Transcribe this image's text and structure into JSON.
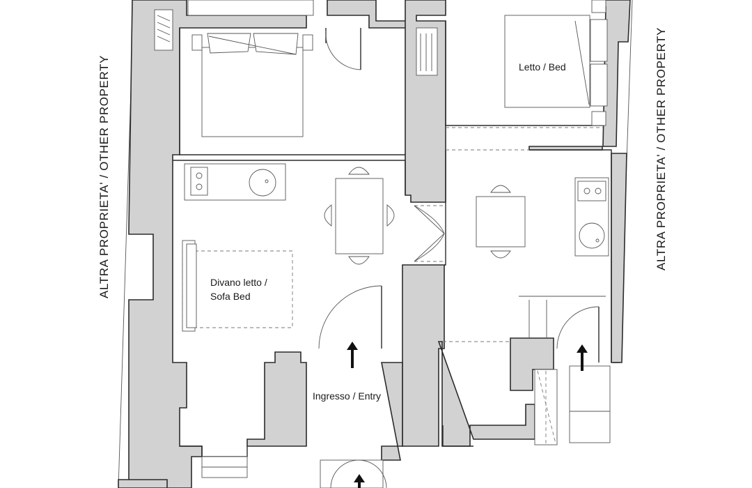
{
  "labels": {
    "bedroom_2": "Letto / Bed",
    "sofa_bed_line1": "Divano letto /",
    "sofa_bed_line2": "Sofa Bed",
    "entry": "Ingresso / Entry",
    "other_property_left": "ALTRA PROPRIETA' / OTHER PROPERTY",
    "other_property_right": "ALTRA PROPRIETA' / OTHER PROPERTY"
  },
  "colors": {
    "wall_fill": "#d2d2d2",
    "line": "#2b2b2b",
    "background": "#ffffff"
  },
  "icons": [
    "arrow-up-icon",
    "door-swing-icon",
    "bed-icon",
    "sofa-icon",
    "table-icon",
    "chair-icon",
    "stove-icon",
    "sink-icon",
    "wardrobe-icon"
  ]
}
